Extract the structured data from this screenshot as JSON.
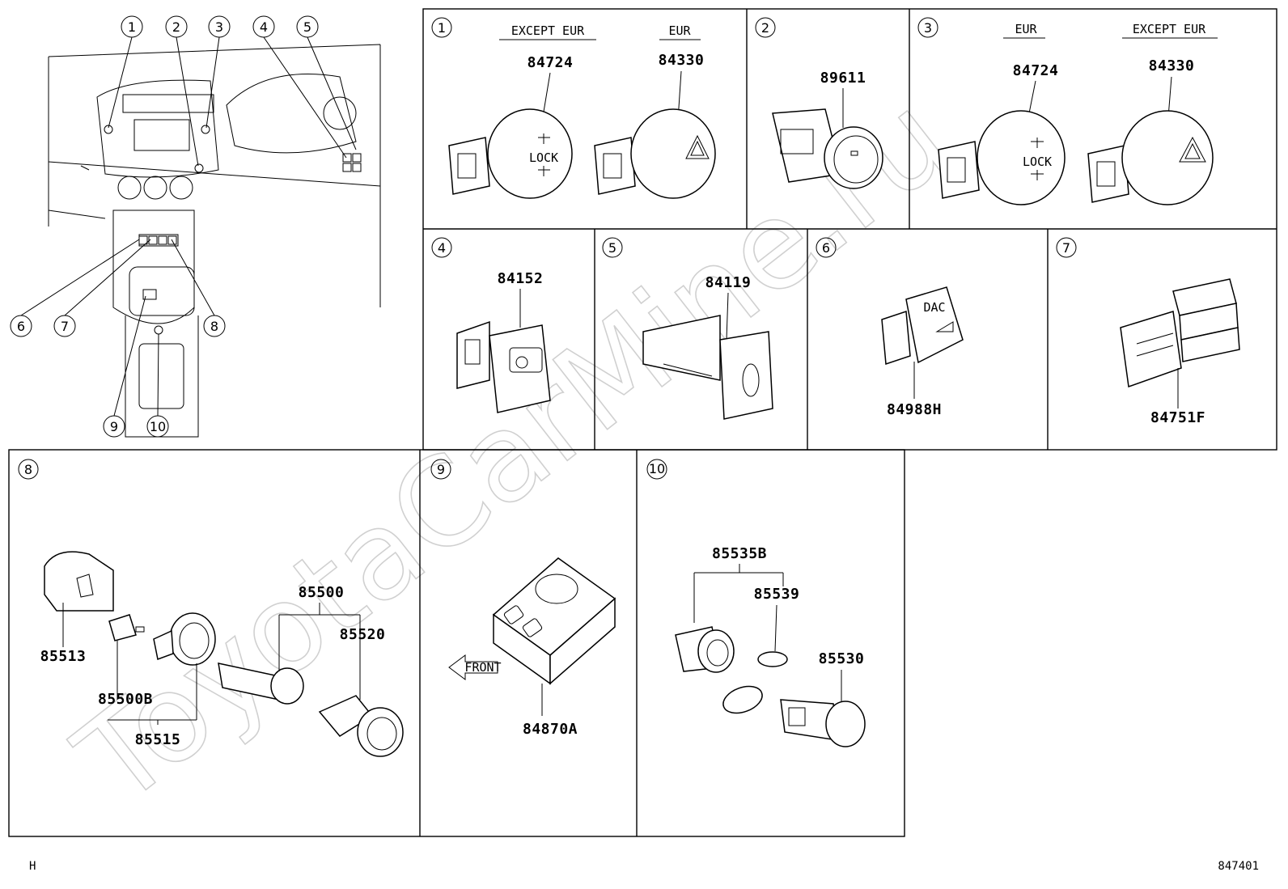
{
  "watermark": "ToyotaCarMine.ru",
  "footer": {
    "left": "H",
    "right": "847401"
  },
  "overview": {
    "callouts": [
      "1",
      "2",
      "3",
      "4",
      "5",
      "6",
      "7",
      "8",
      "9",
      "10"
    ]
  },
  "panels": {
    "p1": {
      "num": "1",
      "cap_a": "EXCEPT EUR",
      "cap_b": "EUR",
      "part_a": "84724",
      "part_b": "84330"
    },
    "p2": {
      "num": "2",
      "part": "89611"
    },
    "p3": {
      "num": "3",
      "cap_a": "EUR",
      "cap_b": "EXCEPT EUR",
      "part_a": "84724",
      "part_b": "84330"
    },
    "p4": {
      "num": "4",
      "part": "84152"
    },
    "p5": {
      "num": "5",
      "part": "84119"
    },
    "p6": {
      "num": "6",
      "part": "84988H",
      "switch_text": "DAC"
    },
    "p7": {
      "num": "7",
      "part": "84751F"
    },
    "p8": {
      "num": "8",
      "parts": [
        "85513",
        "85500B",
        "85515",
        "85500",
        "85520"
      ]
    },
    "p9": {
      "num": "9",
      "part": "84870A",
      "arrow": "FRONT"
    },
    "p10": {
      "num": "10",
      "parts": [
        "85535B",
        "85539",
        "85530"
      ]
    }
  }
}
